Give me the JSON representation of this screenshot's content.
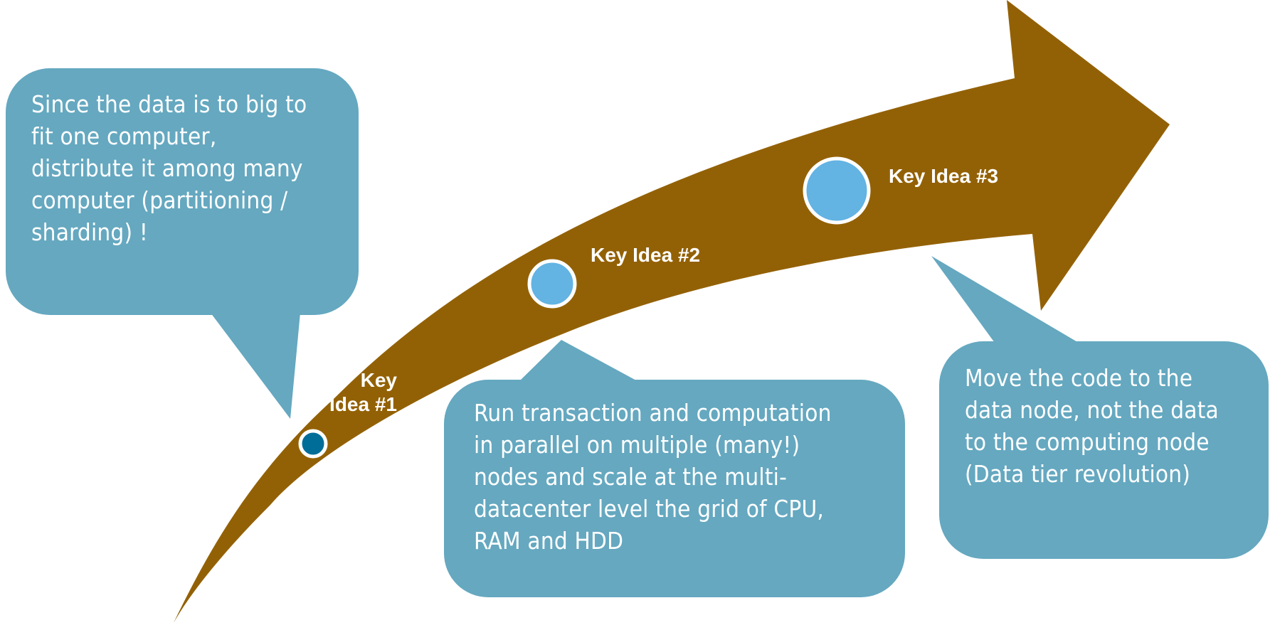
{
  "colors": {
    "arrow": "#936105",
    "bubble": "#65A8C0",
    "node_light": "#63B3E3",
    "node_dark": "#006D99",
    "text": "#FFFFFF"
  },
  "key_ideas": [
    {
      "label": "Key\nIdea #1",
      "bubble_text": "Since the data is to big to\nfit one computer,\ndistribute it among many\ncomputer (partitioning /\nsharding) !"
    },
    {
      "label": "Key Idea #2",
      "bubble_text": "Run transaction and computation\nin parallel on multiple (many!)\nnodes  and scale at the multi-\ndatacenter level the grid of CPU,\nRAM and HDD"
    },
    {
      "label": "Key Idea #3",
      "bubble_text": "Move the code to the\ndata node, not the data\nto the computing node\n(Data tier revolution)"
    }
  ]
}
